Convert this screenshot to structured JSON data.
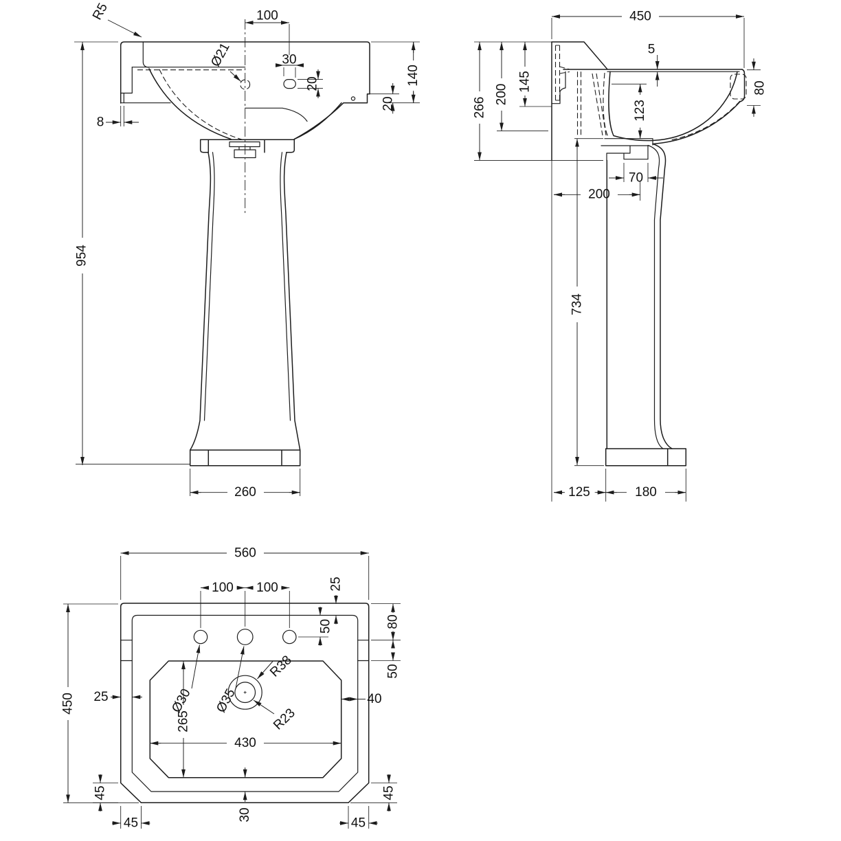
{
  "drawing": {
    "subject": "pedestal-basin-orthographic-views",
    "background_color": "#ffffff",
    "line_color": "#1c1c1c"
  },
  "front_view": {
    "dims": {
      "r5": "R5",
      "dia21": "Ø21",
      "top100": "100",
      "slot30": "30",
      "slot20": "20",
      "h140": "140",
      "ledge20": "20",
      "wall8": "8",
      "h954": "954",
      "base260": "260"
    }
  },
  "side_view": {
    "dims": {
      "w450": "450",
      "rim5": "5",
      "h145": "145",
      "h200": "200",
      "h266": "266",
      "d123": "123",
      "h80": "80",
      "w70": "70",
      "w200": "200",
      "h734": "734",
      "base125": "125",
      "base180": "180"
    }
  },
  "plan_view": {
    "dims": {
      "w560": "560",
      "pitch100l": "100",
      "pitch100r": "100",
      "edge25": "25",
      "edge80": "80",
      "edge50outer": "50",
      "edge50inner": "50",
      "hole30": "Ø30",
      "hole35": "Ø35",
      "rad38": "R38",
      "rad23": "R23",
      "gap25": "25",
      "gap40": "40",
      "d265": "265",
      "w430": "430",
      "d450": "450",
      "cham45lv": "45",
      "cham45lh": "45",
      "cham45rv": "45",
      "cham45rh": "45",
      "b30": "30"
    }
  }
}
